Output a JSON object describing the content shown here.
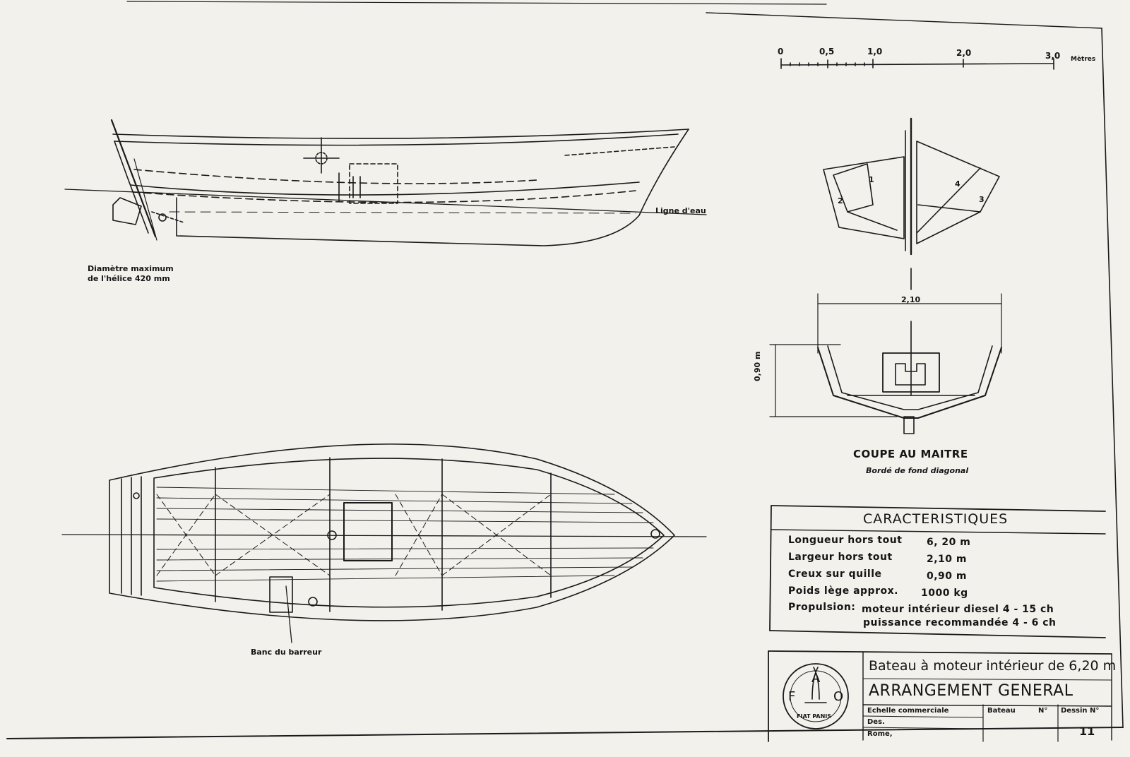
{
  "scale_bar": {
    "ticks": [
      "0",
      "0,5",
      "1,0",
      "2,0",
      "3,0"
    ],
    "unit": "Mètres"
  },
  "profile_view": {
    "waterline_label": "Ligne d'eau",
    "propeller_note": [
      "Diamètre maximum",
      "de l'hélice 420 mm"
    ]
  },
  "plan_view": {
    "seat_label": "Banc du barreur"
  },
  "section_view": {
    "frame_numbers": [
      "1",
      "2",
      "4",
      "3"
    ],
    "width_dim": "2,10",
    "depth_dim": "0,90 m",
    "title": "COUPE AU MAITRE",
    "subtitle": "Bordé de fond diagonal"
  },
  "characteristics": {
    "title": "CARACTERISTIQUES",
    "rows": [
      {
        "label": "Longueur hors tout",
        "value": "6, 20  m"
      },
      {
        "label": "Largeur hors tout",
        "value": "2,10  m"
      },
      {
        "label": "Creux sur quille",
        "value": "0,90  m"
      },
      {
        "label": "Poids lège approx.",
        "value": "1000  kg"
      }
    ],
    "propulsion_label": "Propulsion:",
    "propulsion_line1": "moteur intérieur diesel  4 - 15 ch",
    "propulsion_line2": "puissance recommandée  4 - 6 ch"
  },
  "title_block": {
    "logo_letters": [
      "F",
      "A",
      "O"
    ],
    "logo_ring_text": "FIAT PANIS",
    "title": "Bateau à moteur intérieur de 6,20 m",
    "subtitle": "ARRANGEMENT GENERAL",
    "scale_label": "Echelle commerciale",
    "drawn_label": "Des.",
    "place_label": "Rome,",
    "boat_label": "Bateau",
    "boat_no_label": "N°",
    "drawing_label": "Dessin N°",
    "drawing_number": "11"
  }
}
